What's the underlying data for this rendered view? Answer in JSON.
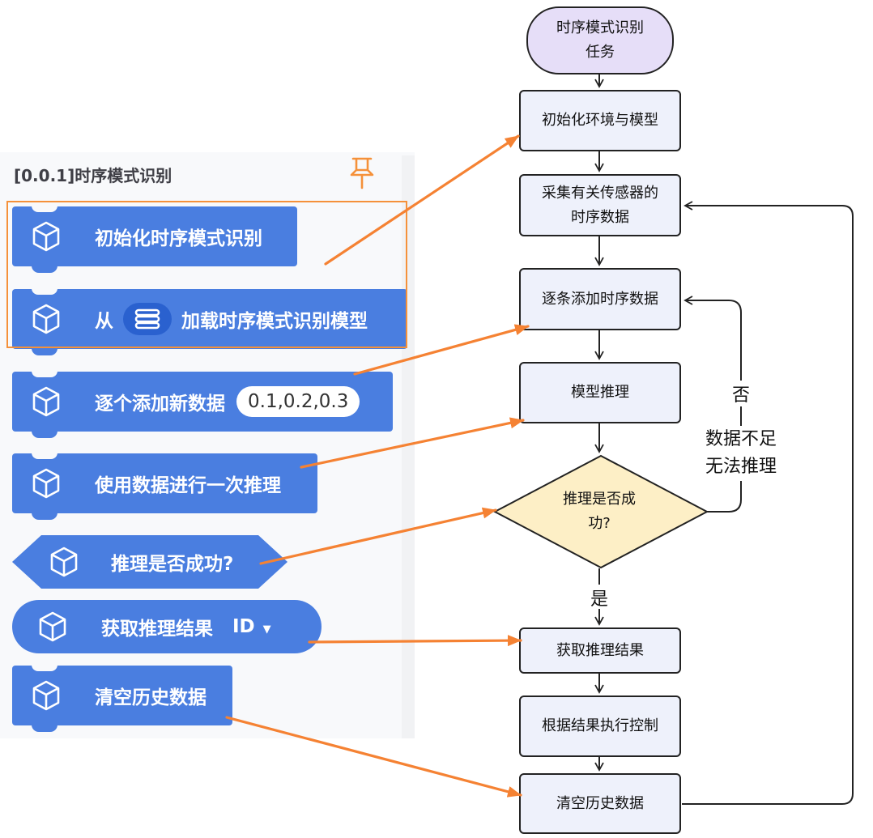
{
  "palette": {
    "title": "[0.0.1]时序模式识别",
    "pin_icon": "pin-icon",
    "block_icon": "cube-icon",
    "block_color": "#4a7ee0",
    "highlight_color": "#f5913a",
    "blocks": [
      {
        "label": "初始化时序模式识别"
      },
      {
        "prefix": "从",
        "list_icon": "list-icon",
        "label": "加载时序模式识别模型"
      },
      {
        "label": "逐个添加新数据",
        "input": "0.1,0.2,0.3"
      },
      {
        "label": "使用数据进行一次推理"
      },
      {
        "label": "推理是否成功?"
      },
      {
        "label": "获取推理结果",
        "dropdown": "ID"
      },
      {
        "label": "清空历史数据"
      }
    ]
  },
  "flowchart": {
    "nodes": [
      {
        "text": "时序模式识别\n任务"
      },
      {
        "text": "初始化环境与模型"
      },
      {
        "text": "采集有关传感器的\n时序数据"
      },
      {
        "text": "逐条添加时序数据"
      },
      {
        "text": "模型推理"
      },
      {
        "text": "推理是否成\n功?"
      },
      {
        "text": "获取推理结果"
      },
      {
        "text": "根据结果执行控制"
      },
      {
        "text": "清空历史数据"
      }
    ],
    "no_label": "否",
    "no_reason": "数据不足\n无法推理",
    "yes_label": "是",
    "start_color": "#e6def8",
    "process_color": "#eef1fb",
    "decision_color": "#fdefc6",
    "arrow_color": "#f58233"
  }
}
